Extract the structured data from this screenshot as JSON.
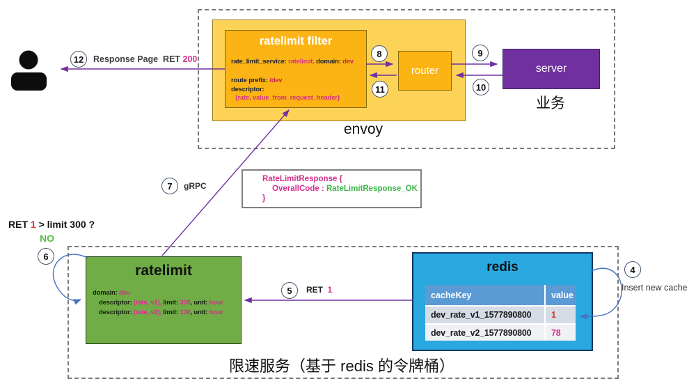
{
  "user_flow": {
    "step12": "12",
    "response_label": "Response Page  RET ",
    "response_code": "200"
  },
  "envoy": {
    "label": "envoy",
    "step8": "8",
    "step11": "11",
    "router_label": "router",
    "filter": {
      "title": "ratelimit filter",
      "line1_key1": "rate_limit_service: ",
      "line1_val1": "ratelimit,",
      "line1_key2": " domain: ",
      "line1_val2": "dev",
      "line2_key": "route prefix: ",
      "line2_val": "/dev",
      "line3": "descriptor:",
      "line4": "{rate, value_from_request_header}"
    }
  },
  "server": {
    "title": "server",
    "caption": "业务",
    "step9": "9",
    "step10": "10"
  },
  "grpc": {
    "step7": "7",
    "label": "gRPC"
  },
  "response_box": {
    "line1": "RateLimitResponse {",
    "line2_key": "OverallCode : ",
    "line2_val": "RateLimitResponse_OK",
    "line3": "}"
  },
  "limit_check": {
    "step6": "6",
    "ret": "RET ",
    "ret_val": "1",
    "question": " > limit 300 ?",
    "answer": "NO"
  },
  "rate_service": {
    "caption": "限速服务（基于 redis 的令牌桶）",
    "step5": "5",
    "ret5_label": "RET  ",
    "ret5_val": "1",
    "step4": "4",
    "insert_label": "Insert new cache",
    "ratelimit": {
      "title": "ratelimit",
      "domain_key": "domain: ",
      "domain_val": "dev",
      "desc1_key": "descriptor: ",
      "desc1_tuple": "(rate, v1),",
      "desc1_limit_key": " limit: ",
      "desc1_limit_val": "300",
      "desc1_unit_key": ", unit: ",
      "desc1_unit_val": "hour",
      "desc2_key": "descriptor: ",
      "desc2_tuple": "(rate, v2),",
      "desc2_limit_key": " limit: ",
      "desc2_limit_val": "100",
      "desc2_unit_key": ", unit: ",
      "desc2_unit_val": "hour"
    },
    "redis": {
      "title": "redis",
      "table": {
        "headers": [
          "cacheKey",
          "value"
        ],
        "rows": [
          {
            "key": "dev_rate_v1_1577890800",
            "value": "1"
          },
          {
            "key": "dev_rate_v2_1577890800",
            "value": "78"
          }
        ]
      }
    }
  },
  "colors": {
    "arrow_purple": "#7030A0",
    "arc_blue": "#4472C4",
    "envoy_fill": "#FCD357",
    "filter_fill": "#FCB414",
    "server_fill": "#7030A0",
    "ratelimit_fill": "#70AD47",
    "redis_fill": "#29A9E0",
    "table_header_fill": "#5B9BD5",
    "magenta": "#D5308C",
    "red": "#E0312E",
    "green_text": "#3DB54A"
  }
}
